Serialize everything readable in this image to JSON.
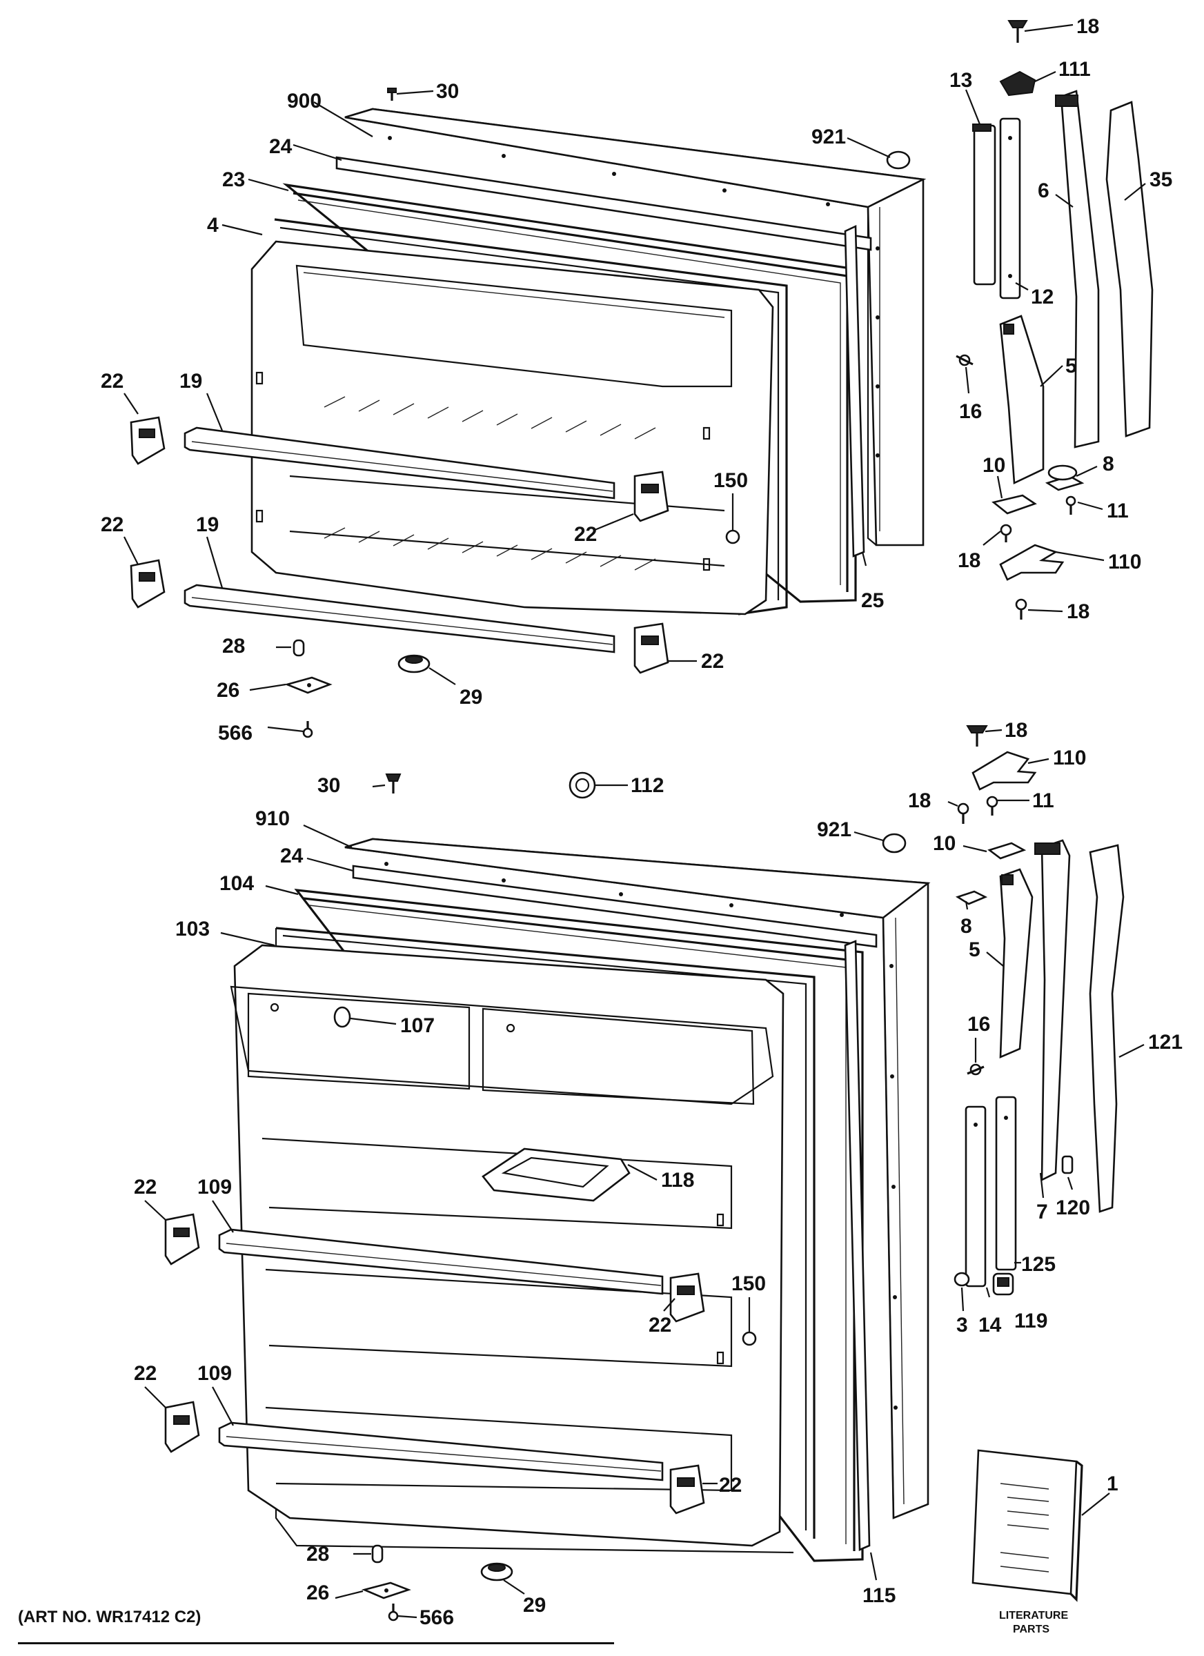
{
  "caption": "(ART NO. WR17412 C2)",
  "literature": {
    "line1": "LITERATURE",
    "line2": "PARTS"
  },
  "labels": [
    {
      "id": "top-18",
      "text": "18"
    },
    {
      "id": "top-111",
      "text": "111"
    },
    {
      "id": "top-13",
      "text": "13"
    },
    {
      "id": "top-30",
      "text": "30"
    },
    {
      "id": "top-900",
      "text": "900"
    },
    {
      "id": "top-921",
      "text": "921"
    },
    {
      "id": "top-24",
      "text": "24"
    },
    {
      "id": "top-23",
      "text": "23"
    },
    {
      "id": "top-4",
      "text": "4"
    },
    {
      "id": "top-6",
      "text": "6"
    },
    {
      "id": "top-35",
      "text": "35"
    },
    {
      "id": "top-12",
      "text": "12"
    },
    {
      "id": "top-5",
      "text": "5"
    },
    {
      "id": "top-16",
      "text": "16"
    },
    {
      "id": "top-22a",
      "text": "22"
    },
    {
      "id": "top-19a",
      "text": "19"
    },
    {
      "id": "top-10",
      "text": "10"
    },
    {
      "id": "top-8",
      "text": "8"
    },
    {
      "id": "top-11",
      "text": "11"
    },
    {
      "id": "top-150",
      "text": "150"
    },
    {
      "id": "top-22b",
      "text": "22"
    },
    {
      "id": "top-18b",
      "text": "18"
    },
    {
      "id": "top-110",
      "text": "110"
    },
    {
      "id": "top-22c",
      "text": "22"
    },
    {
      "id": "top-19b",
      "text": "19"
    },
    {
      "id": "top-25",
      "text": "25"
    },
    {
      "id": "top-18c",
      "text": "18"
    },
    {
      "id": "top-28",
      "text": "28"
    },
    {
      "id": "top-22d",
      "text": "22"
    },
    {
      "id": "top-26",
      "text": "26"
    },
    {
      "id": "top-29",
      "text": "29"
    },
    {
      "id": "top-566",
      "text": "566"
    },
    {
      "id": "bot-18",
      "text": "18"
    },
    {
      "id": "bot-110",
      "text": "110"
    },
    {
      "id": "bot-30",
      "text": "30"
    },
    {
      "id": "bot-112",
      "text": "112"
    },
    {
      "id": "bot-18b",
      "text": "18"
    },
    {
      "id": "bot-11",
      "text": "11"
    },
    {
      "id": "bot-910",
      "text": "910"
    },
    {
      "id": "bot-921",
      "text": "921"
    },
    {
      "id": "bot-10",
      "text": "10"
    },
    {
      "id": "bot-24",
      "text": "24"
    },
    {
      "id": "bot-104",
      "text": "104"
    },
    {
      "id": "bot-8",
      "text": "8"
    },
    {
      "id": "bot-103",
      "text": "103"
    },
    {
      "id": "bot-5",
      "text": "5"
    },
    {
      "id": "bot-107",
      "text": "107"
    },
    {
      "id": "bot-16",
      "text": "16"
    },
    {
      "id": "bot-121",
      "text": "121"
    },
    {
      "id": "bot-118",
      "text": "118"
    },
    {
      "id": "bot-22a",
      "text": "22"
    },
    {
      "id": "bot-109a",
      "text": "109"
    },
    {
      "id": "bot-7",
      "text": "7"
    },
    {
      "id": "bot-120",
      "text": "120"
    },
    {
      "id": "bot-125",
      "text": "125"
    },
    {
      "id": "bot-150",
      "text": "150"
    },
    {
      "id": "bot-22b",
      "text": "22"
    },
    {
      "id": "bot-3",
      "text": "3"
    },
    {
      "id": "bot-14",
      "text": "14"
    },
    {
      "id": "bot-119",
      "text": "119"
    },
    {
      "id": "bot-22c",
      "text": "22"
    },
    {
      "id": "bot-109b",
      "text": "109"
    },
    {
      "id": "bot-1",
      "text": "1"
    },
    {
      "id": "bot-22d",
      "text": "22"
    },
    {
      "id": "bot-28",
      "text": "28"
    },
    {
      "id": "bot-115",
      "text": "115"
    },
    {
      "id": "bot-26",
      "text": "26"
    },
    {
      "id": "bot-566",
      "text": "566"
    },
    {
      "id": "bot-29",
      "text": "29"
    }
  ]
}
